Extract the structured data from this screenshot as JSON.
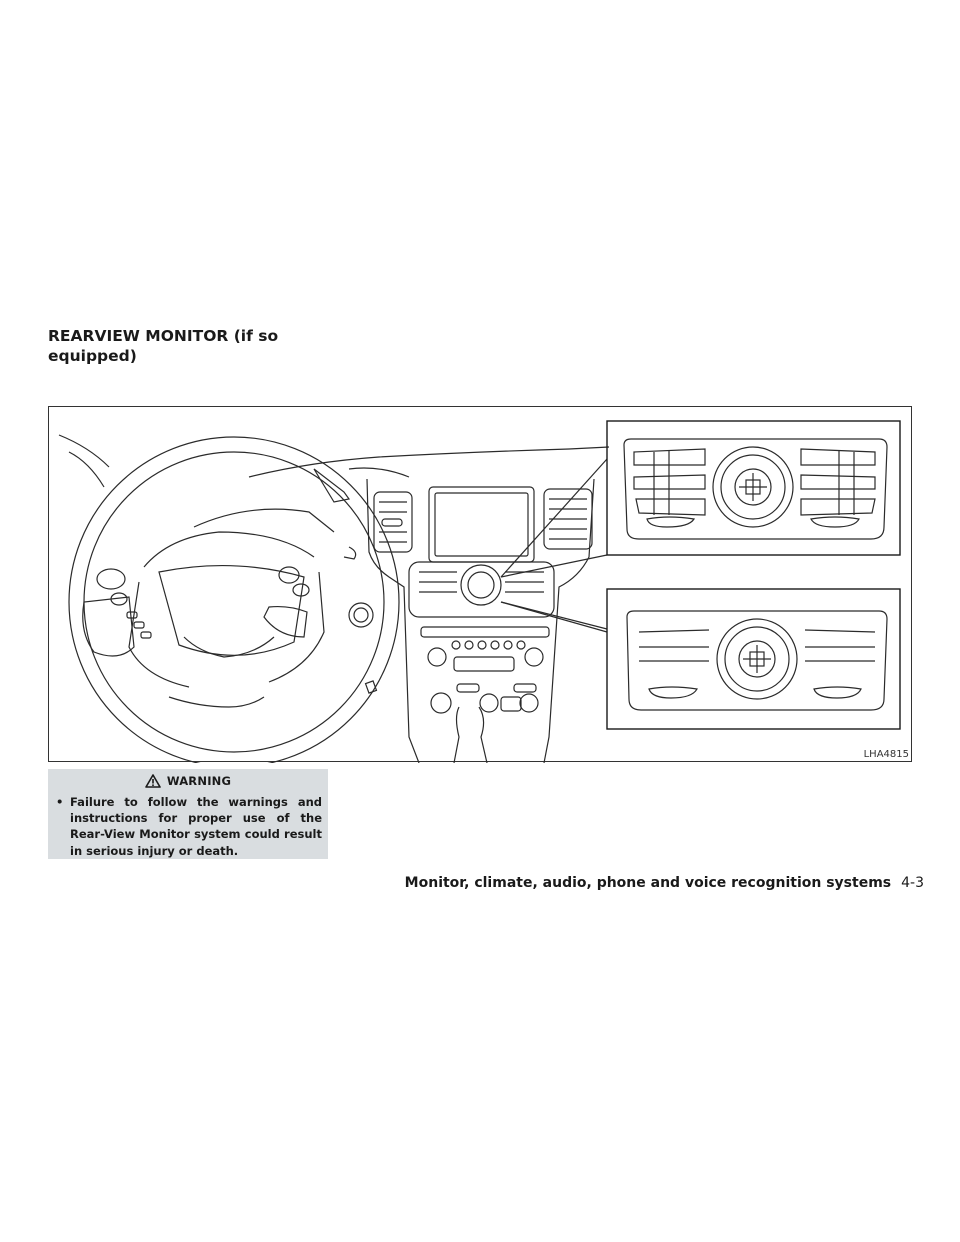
{
  "section": {
    "title": "REARVIEW MONITOR (if so equipped)"
  },
  "figure": {
    "code": "LHA4815"
  },
  "warning": {
    "icon": "warning-triangle-icon",
    "title": "WARNING",
    "bullet": "•",
    "text": "Failure to follow the warnings and instructions for proper use of the Rear-View Monitor system could result in serious injury or death."
  },
  "footer": {
    "title": "Monitor, climate, audio, phone and voice recognition systems",
    "page": "4-3"
  }
}
